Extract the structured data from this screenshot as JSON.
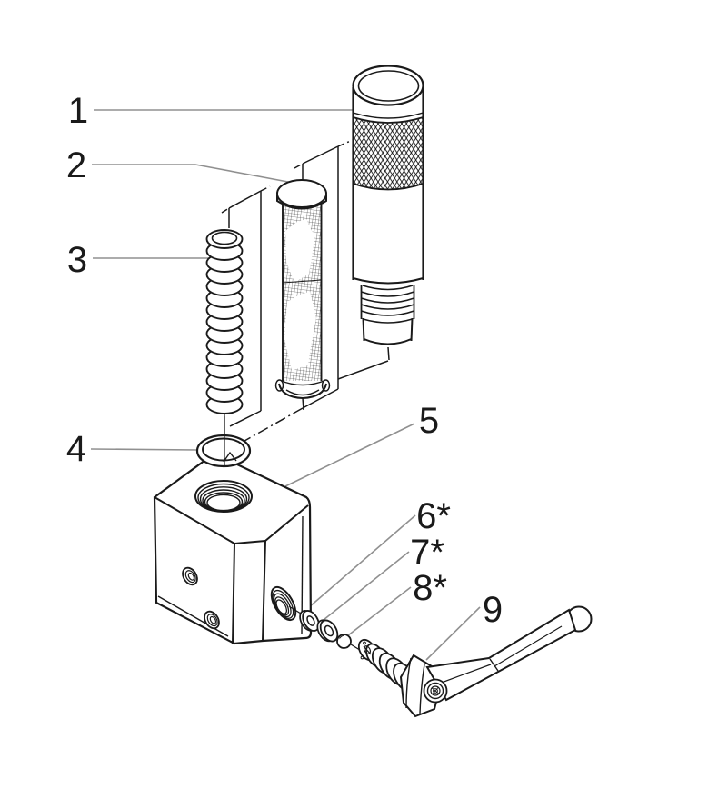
{
  "diagram": {
    "background": "#ffffff",
    "line_color": "#1a1a1a",
    "leader_color": "#909090",
    "callouts": [
      {
        "text": "1",
        "part": "knurled-cap-plug"
      },
      {
        "text": "2",
        "part": "filter-screen-cartridge"
      },
      {
        "text": "3",
        "part": "coil-spring"
      },
      {
        "text": "4",
        "part": "o-ring"
      },
      {
        "text": "5",
        "part": "valve-body-block"
      },
      {
        "text": "6*",
        "part": "washer"
      },
      {
        "text": "7*",
        "part": "seal-washer"
      },
      {
        "text": "8*",
        "part": "ball"
      },
      {
        "text": "9",
        "part": "lever-valve-assembly"
      }
    ]
  }
}
